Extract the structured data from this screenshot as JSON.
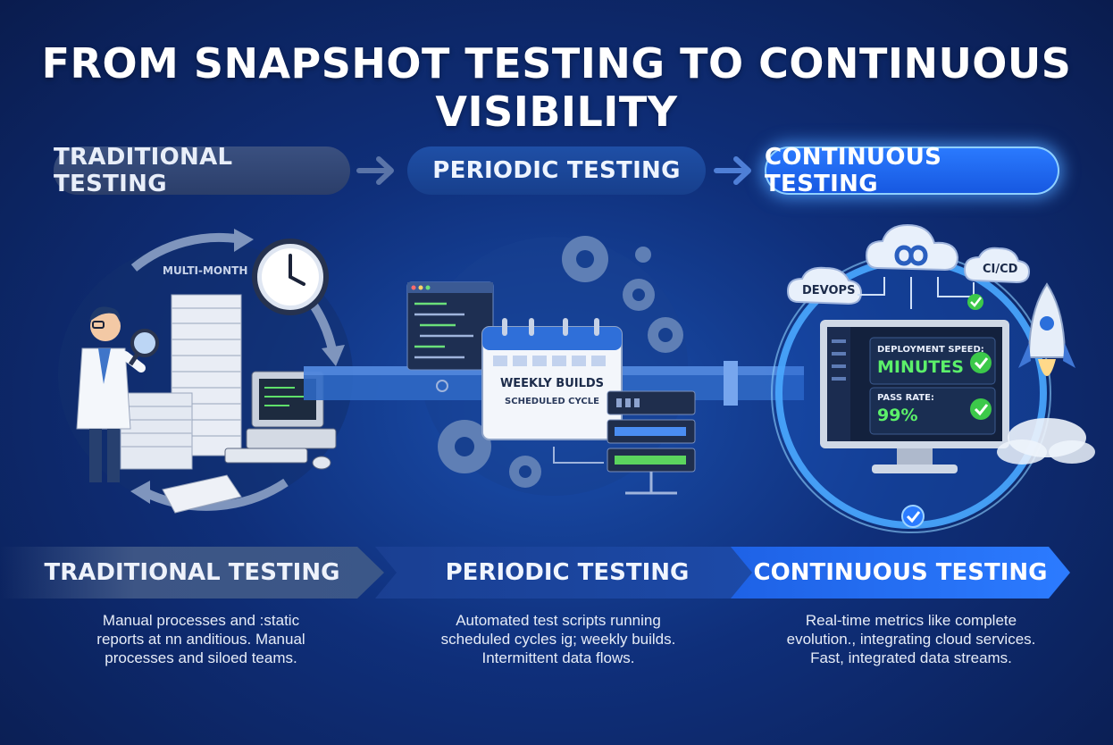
{
  "title": "FROM SNAPSHOT TESTING TO CONTINUOUS VISIBILITY",
  "stages": [
    {
      "pill": "TRADITIONAL TESTING",
      "band": "TRADITIONAL TESTING",
      "desc": [
        "Manual processes and :static",
        "reports at nn anditious. Manual",
        "processes and siloed teams."
      ]
    },
    {
      "pill": "PERIODIC TESTING",
      "band": "PERIODIC TESTING",
      "desc": [
        "Automated test scripts running",
        "scheduled cycles ig; weekly builds.",
        "Intermittent data flows."
      ]
    },
    {
      "pill": "CONTINUOUS TESTING",
      "band": "CONTINUOUS TESTING",
      "desc": [
        "Real-time metrics like complete",
        "evolution., integrating cloud services.",
        "Fast, integrated data streams."
      ]
    }
  ],
  "traditional": {
    "cycle_label": "MULTI-MONTH"
  },
  "periodic": {
    "calendar_line1": "WEEKLY BUILDS",
    "calendar_line2": "SCHEDULED CYCLE"
  },
  "continuous": {
    "devops_label": "DEVOPS",
    "cicd_label": "CI/CD",
    "metric1_label": "DEPLOYMENT SPEED:",
    "metric1_value": "MINUTES",
    "metric2_label": "PASS RATE:",
    "metric2_value": "99%"
  },
  "colors": {
    "accent": "#2b7bff",
    "success": "#3cc94a",
    "metric_green": "#5cf06a"
  }
}
